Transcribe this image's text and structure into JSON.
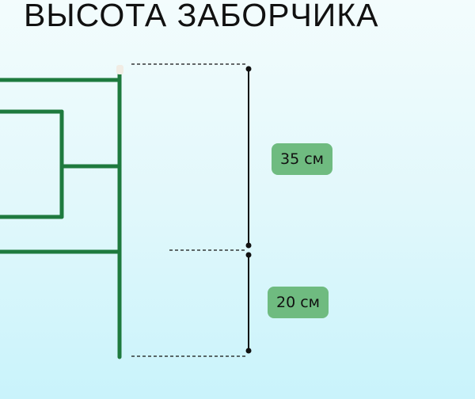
{
  "title": "ВЫСОТА ЗАБОРЧИКА",
  "dimensions": {
    "upper_label": "35 см",
    "lower_label": "20 см"
  },
  "colors": {
    "fence": "#1e7a3e",
    "badge": "#6fbb80",
    "cap": "#f1ece4"
  }
}
